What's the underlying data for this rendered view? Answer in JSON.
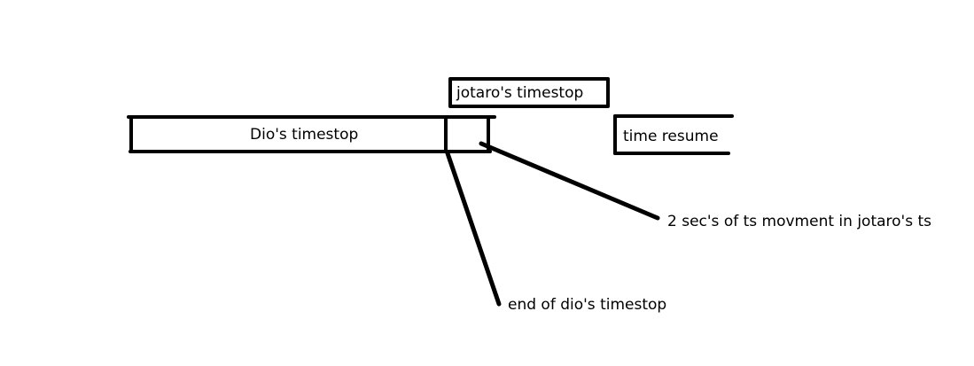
{
  "diagram": {
    "labels": {
      "dio_timestop": "Dio's timestop",
      "jotaro_timestop": "jotaro's timestop",
      "time_resume": "time resume",
      "ts_movement_note": "2 sec's of ts movment in jotaro's ts",
      "end_of_dio_note": "end of dio's timestop"
    },
    "colors": {
      "stroke": "#000000",
      "background": "#ffffff"
    }
  }
}
